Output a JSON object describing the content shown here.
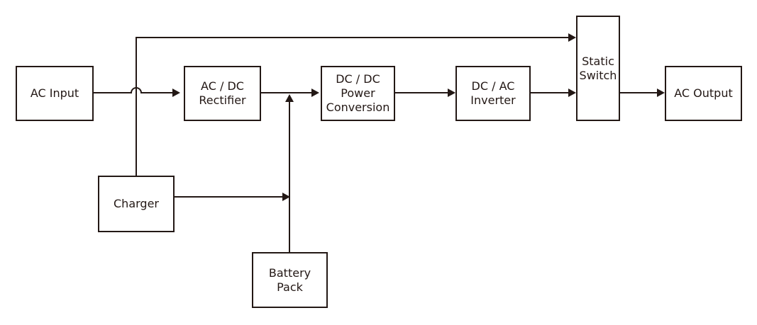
{
  "colors": {
    "line": "#231815",
    "block_fill": "#ffffff",
    "background": "#ffffff"
  },
  "blocks": {
    "ac_input": {
      "label": "AC Input"
    },
    "ac_dc_rectifier": {
      "label": "AC / DC\nRectifier"
    },
    "dc_dc_conversion": {
      "label": "DC / DC\nPower\nConversion"
    },
    "dc_ac_inverter": {
      "label": "DC / AC\nInverter"
    },
    "static_switch": {
      "label": "Static\nSwitch"
    },
    "ac_output": {
      "label": "AC Output"
    },
    "charger": {
      "label": "Charger"
    },
    "battery_pack": {
      "label": "Battery\nPack"
    }
  }
}
